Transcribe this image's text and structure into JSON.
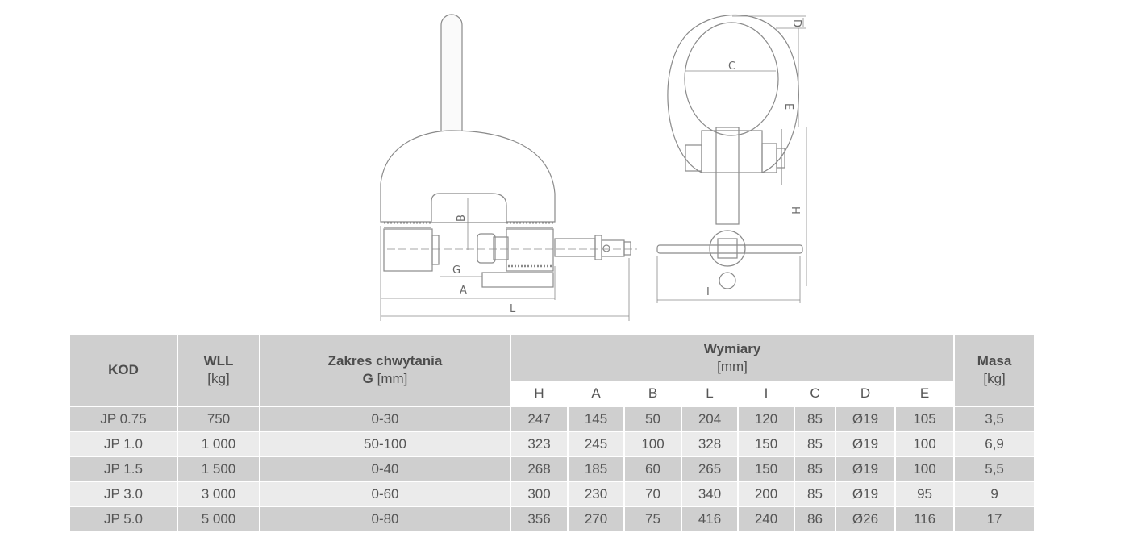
{
  "drawing": {
    "labels": {
      "B": "B",
      "G": "G",
      "A": "A",
      "L": "L",
      "C": "C",
      "D": "D",
      "E": "E",
      "H": "H",
      "I": "I"
    }
  },
  "table": {
    "headers": {
      "kod": "KOD",
      "wll": "WLL",
      "wll_unit": "[kg]",
      "zakres": "Zakres chwytania",
      "zakres_g": "G",
      "zakres_unit": "[mm]",
      "wymiary": "Wymiary",
      "wymiary_unit": "[mm]",
      "masa": "Masa",
      "masa_unit": "[kg]",
      "dims": [
        "H",
        "A",
        "B",
        "L",
        "I",
        "C",
        "D",
        "E"
      ]
    },
    "rows": [
      [
        "JP 0.75",
        "750",
        "0-30",
        "247",
        "145",
        "50",
        "204",
        "120",
        "85",
        "Ø19",
        "105",
        "3,5"
      ],
      [
        "JP 1.0",
        "1 000",
        "50-100",
        "323",
        "245",
        "100",
        "328",
        "150",
        "85",
        "Ø19",
        "100",
        "6,9"
      ],
      [
        "JP 1.5",
        "1 500",
        "0-40",
        "268",
        "185",
        "60",
        "265",
        "150",
        "85",
        "Ø19",
        "100",
        "5,5"
      ],
      [
        "JP 3.0",
        "3 000",
        "0-60",
        "300",
        "230",
        "70",
        "340",
        "200",
        "85",
        "Ø19",
        "95",
        "9"
      ],
      [
        "JP 5.0",
        "5 000",
        "0-80",
        "356",
        "270",
        "75",
        "416",
        "240",
        "86",
        "Ø26",
        "116",
        "17"
      ]
    ]
  }
}
